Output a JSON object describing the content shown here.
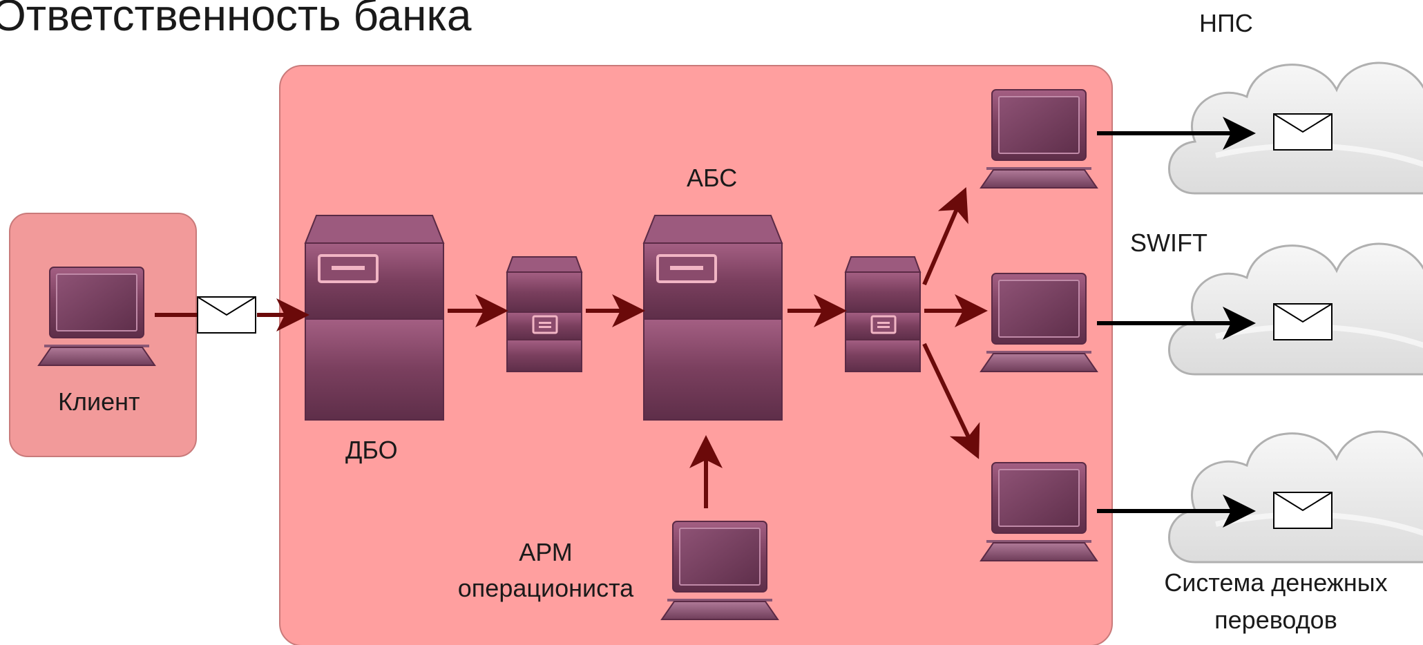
{
  "title": "Ответственность банка",
  "labels": {
    "client": "Клиент",
    "dbo": "ДБО",
    "abs": "АБС",
    "arm_line1": "АРМ",
    "arm_line2": "операциониста",
    "nps": "НПС",
    "swift": "SWIFT",
    "transfer_line1": "Система денежных",
    "transfer_line2": "переводов"
  },
  "colors": {
    "bank_zone": "#ff9f9f",
    "client_zone": "#f29a9a",
    "device": "#7a3f5e",
    "screen": "#6a3a58",
    "bank_arrow": "#6b0a0a",
    "external_arrow": "#000000",
    "cloud": "#ededed",
    "envelope": "#ffffff"
  },
  "icons": [
    "laptop-icon",
    "server-icon",
    "switch-icon",
    "envelope-icon",
    "cloud-icon",
    "arrow-icon"
  ]
}
